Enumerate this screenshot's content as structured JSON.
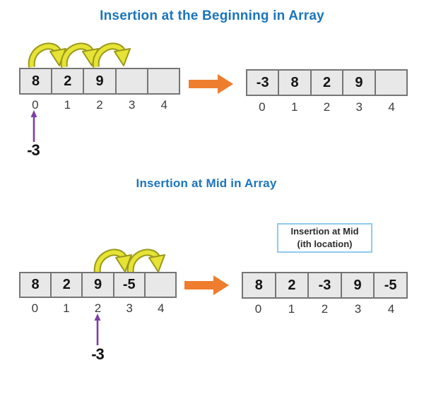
{
  "colors": {
    "title_blue": "#1B75BC",
    "cell_fill": "#E9E8E8",
    "cell_border": "#757575",
    "value_color": "#141414",
    "index_color": "#3C3C3C",
    "orange": "#EE7D2E",
    "yellow": "#E6E335",
    "yellow_dark": "#9A991D",
    "purple": "#7D3FA4",
    "info_border": "#8FCBEE"
  },
  "icons": {
    "hop": "hop-arrow-icon (yellow arc arrow showing element shift)",
    "transform": "right-block-arrow-icon (orange before/after arrow)",
    "pointer": "up-arrow-icon (purple insertion pointer)"
  },
  "section1": {
    "title": "Insertion at the Beginning in Array",
    "insert_value": "-3",
    "hop_arrows": 3,
    "before": {
      "values": [
        "8",
        "2",
        "9",
        "",
        ""
      ],
      "indices": [
        "0",
        "1",
        "2",
        "3",
        "4"
      ]
    },
    "after": {
      "values": [
        "-3",
        "8",
        "2",
        "9",
        ""
      ],
      "indices": [
        "0",
        "1",
        "2",
        "3",
        "4"
      ]
    }
  },
  "section2": {
    "title": "Insertion at Mid in Array",
    "insert_value": "-3",
    "hop_arrows": 2,
    "info_box": {
      "line1": "Insertion at Mid",
      "line2": "(ith location)"
    },
    "before": {
      "values": [
        "8",
        "2",
        "9",
        "-5",
        ""
      ],
      "indices": [
        "0",
        "1",
        "2",
        "3",
        "4"
      ]
    },
    "after": {
      "values": [
        "8",
        "2",
        "-3",
        "9",
        "-5"
      ],
      "indices": [
        "0",
        "1",
        "2",
        "3",
        "4"
      ]
    }
  }
}
